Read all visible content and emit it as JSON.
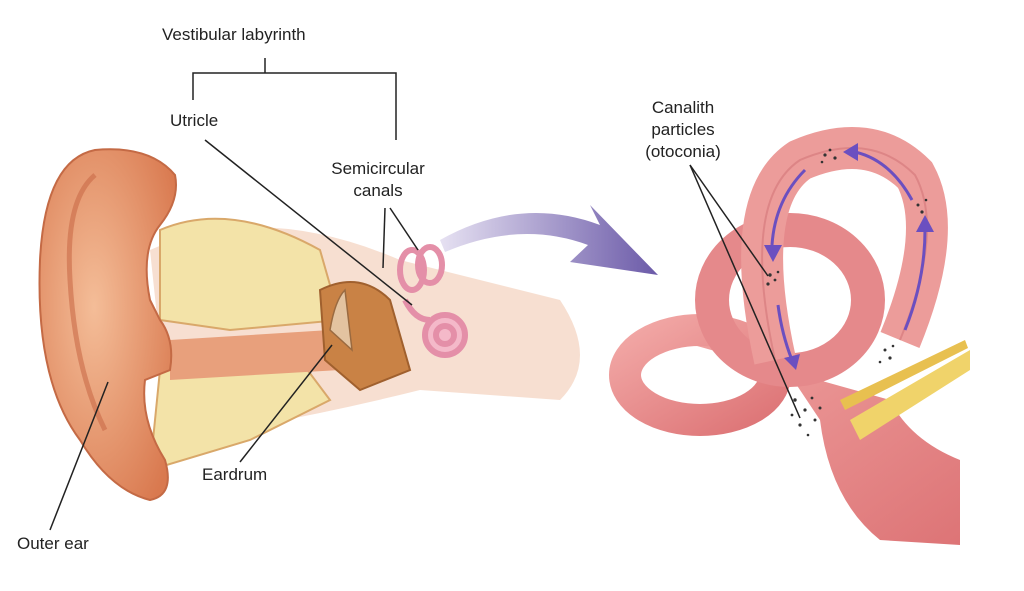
{
  "labels": {
    "vestibular_labyrinth": "Vestibular labyrinth",
    "utricle": "Utricle",
    "semicircular_canals": [
      "Semicircular",
      "canals"
    ],
    "canalith_particles": [
      "Canalith",
      "particles",
      "(otoconia)"
    ],
    "eardrum": "Eardrum",
    "outer_ear": "Outer ear"
  },
  "colors": {
    "skin": "#e9a07a",
    "bone": "#f3e3a8",
    "canal_pink": "#e8888a",
    "arrow_purple": "#6b5aa8",
    "nerve_yellow": "#f0d36a"
  }
}
